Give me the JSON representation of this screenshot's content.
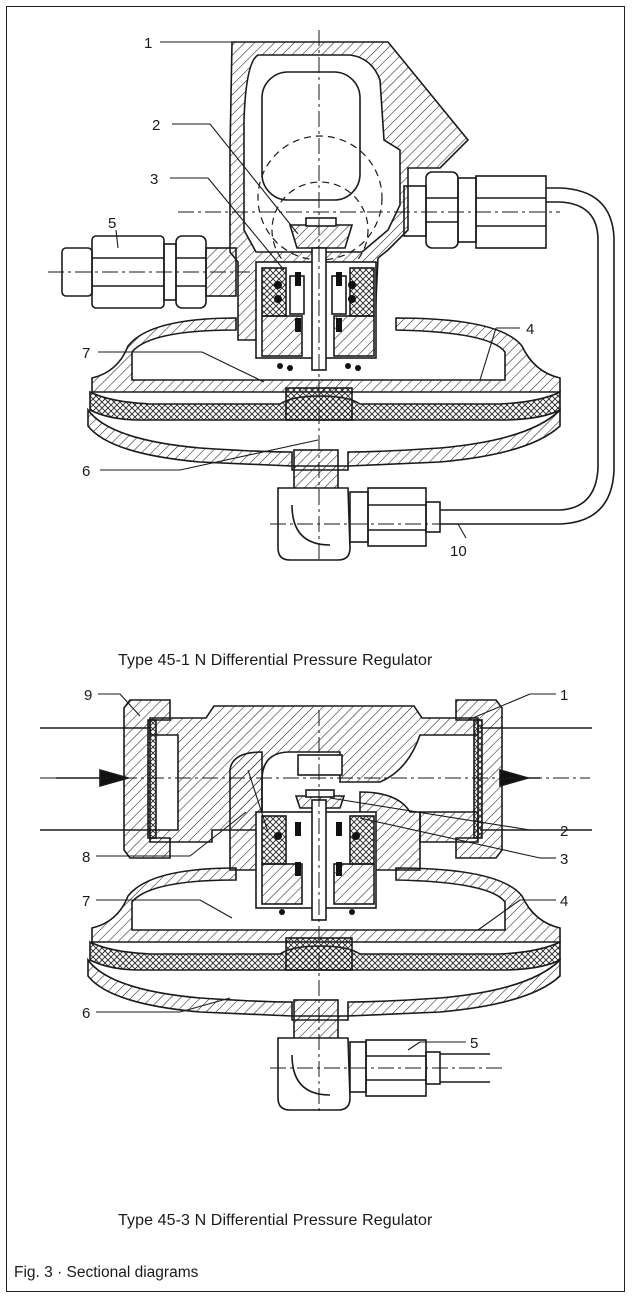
{
  "top_diagram": {
    "labels": [
      "1",
      "2",
      "3",
      "4",
      "5",
      "6",
      "7",
      "10"
    ],
    "caption": "Type 45-1 N Differential Pressure Regulator"
  },
  "bottom_diagram": {
    "labels": [
      "9",
      "1",
      "8",
      "2",
      "3",
      "7",
      "4",
      "6",
      "5"
    ],
    "caption": "Type 45-3 N Differential Pressure Regulator"
  },
  "figure_caption": "Fig. 3 · Sectional diagrams"
}
